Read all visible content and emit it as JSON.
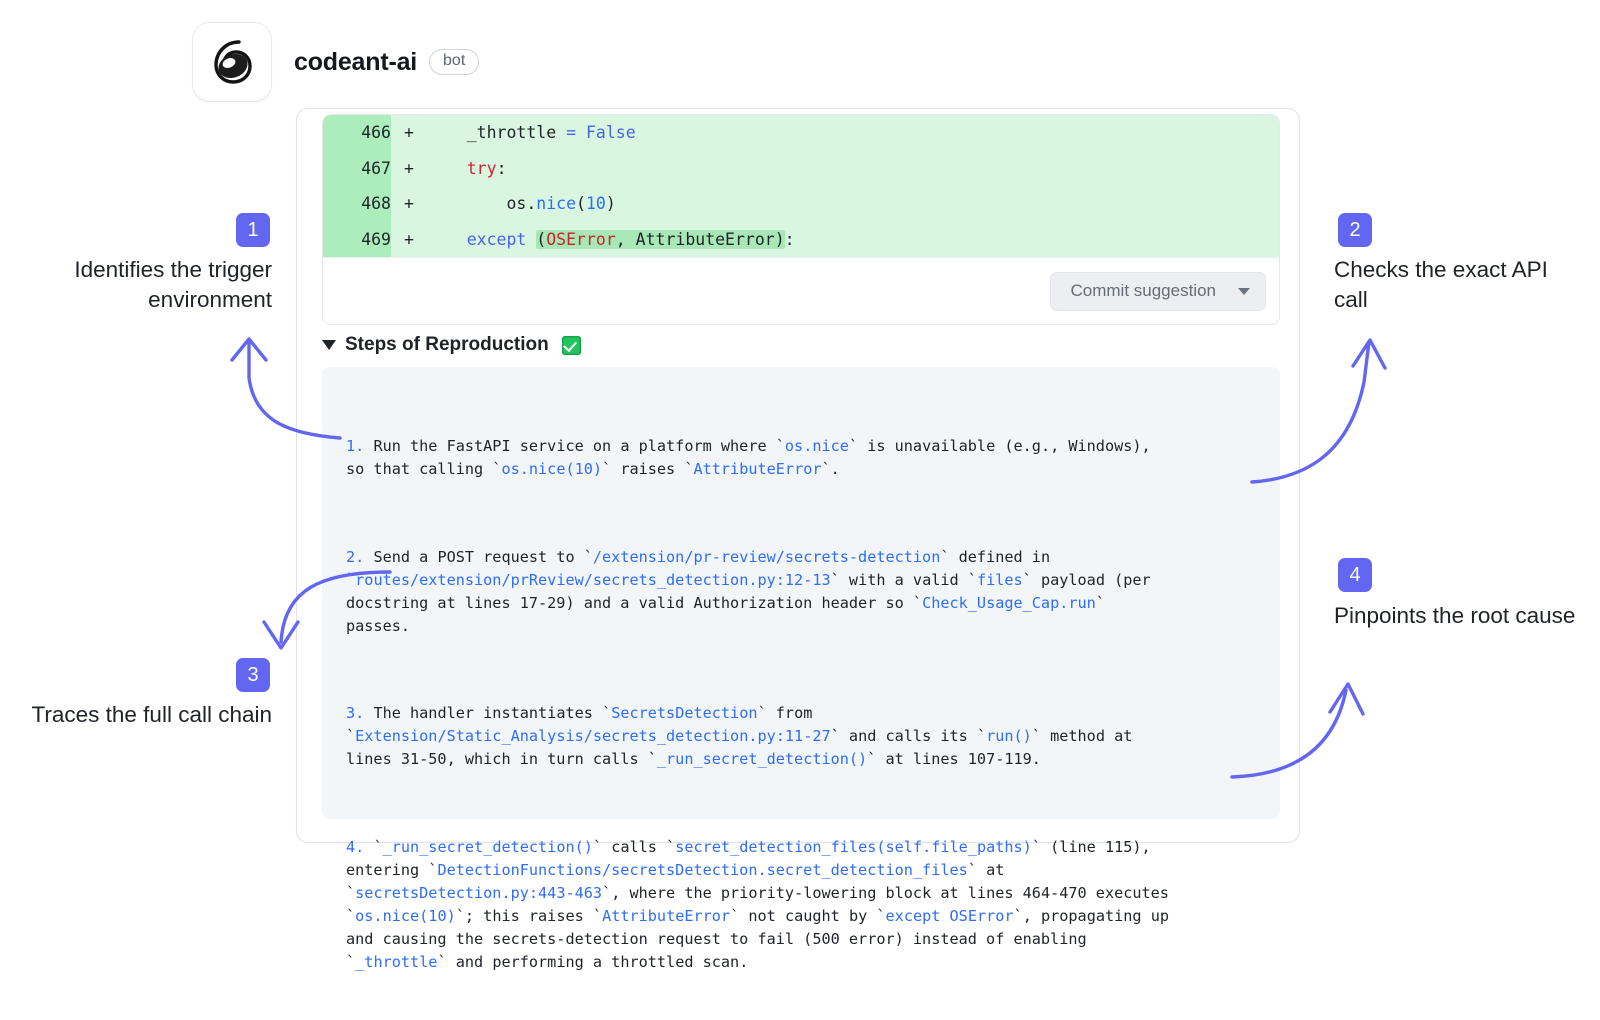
{
  "header": {
    "avatar_icon": "codeant-ant-logo",
    "bot_name": "codeant-ai",
    "bot_tag": "bot"
  },
  "suggestion": {
    "diff_rows": [
      {
        "line": "466",
        "sign": "+"
      },
      {
        "line": "467",
        "sign": "+"
      },
      {
        "line": "468",
        "sign": "+"
      },
      {
        "line": "469",
        "sign": "+"
      }
    ],
    "code_lines": [
      "    _throttle = False",
      "    try:",
      "        os.nice(10)",
      "    except (OSError, AttributeError):"
    ],
    "commit_label": "Commit suggestion",
    "commit_caret_icon": "chevron-down-icon"
  },
  "steps": {
    "caret_icon": "caret-down-icon",
    "title": "Steps of Reproduction",
    "emoji": "white-check-mark",
    "paragraphs": [
      "1. Run the FastAPI service on a platform where `os.nice` is unavailable (e.g., Windows), so that calling `os.nice(10)` raises `AttributeError`.",
      "2. Send a POST request to `/extension/pr-review/secrets-detection` defined in `routes/extension/prReview/secrets_detection.py:12-13` with a valid `files` payload (per docstring at lines 17-29) and a valid Authorization header so `Check_Usage_Cap.run` passes.",
      "3. The handler instantiates `SecretsDetection` from `Extension/Static_Analysis/secrets_detection.py:11-27` and calls its `run()` method at lines 31-50, which in turn calls `_run_secret_detection()` at lines 107-119.",
      "4. `_run_secret_detection()` calls `secret_detection_files(self.file_paths)` (line 115), entering `DetectionFunctions/secretsDetection.secret_detection_files` at `secretsDetection.py:443-463`, where the priority-lowering block at lines 464-470 executes `os.nice(10)`; this raises `AttributeError` not caught by `except OSError`, propagating up and causing the secrets-detection request to fail (500 error) instead of enabling `_throttle` and performing a throttled scan."
    ]
  },
  "annotations": [
    {
      "number": "1",
      "text": "Identifies the trigger environment"
    },
    {
      "number": "2",
      "text": "Checks the exact API call"
    },
    {
      "number": "3",
      "text": "Traces the full call chain"
    },
    {
      "number": "4",
      "text": "Pinpoints the root cause"
    }
  ],
  "colors": {
    "accent": "#6366f1",
    "diff_gutter": "#aceebb",
    "diff_body": "#d9f7e0",
    "code_blue": "#2f6df6",
    "body_box": "#f2f6f9"
  }
}
